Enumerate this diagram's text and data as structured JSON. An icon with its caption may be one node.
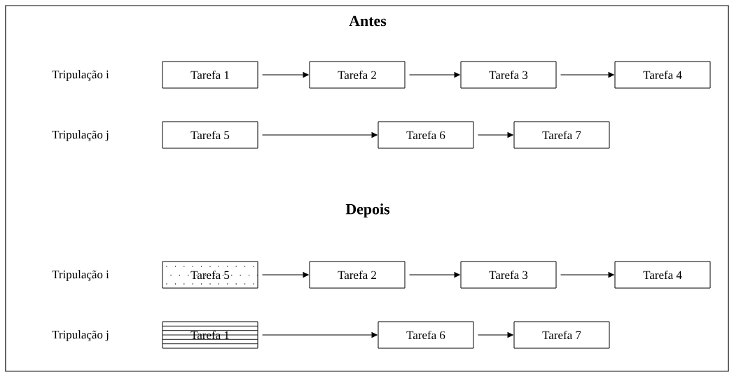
{
  "diagram": {
    "nodes": [
      {
        "text": [
          "Tarefa 1"
        ]
      },
      {
        "text": [
          "Tarefa 2"
        ]
      },
      {
        "text": [
          "Tarefa 3"
        ]
      },
      {
        "text": [
          "Tarefa 4"
        ]
      },
      {
        "text": [
          "Tarefa 5"
        ]
      },
      {
        "text": [
          "Tarefa 6"
        ]
      },
      {
        "text": [
          "Tarefa 7"
        ]
      },
      {
        "text": [
          "Tarefa 5"
        ]
      },
      {
        "text": [
          "Tarefa 2"
        ]
      },
      {
        "text": [
          "Tarefa 3"
        ]
      },
      {
        "text": [
          "Tarefa 4"
        ]
      },
      {
        "text": [
          "Tarefa 1"
        ]
      },
      {
        "text": [
          "Tarefa 6"
        ]
      },
      {
        "text": [
          "Tarefa 7"
        ]
      }
    ],
    "edges": [
      {
        "from": 0,
        "to": 1,
        "arrow": "to"
      },
      {
        "from": 1,
        "to": 2,
        "arrow": "to"
      },
      {
        "from": 2,
        "to": 3,
        "arrow": "to"
      },
      {
        "from": 4,
        "to": 5,
        "arrow": "to"
      },
      {
        "from": 5,
        "to": 6,
        "arrow": "to"
      },
      {
        "from": 7,
        "to": 8,
        "arrow": "to"
      },
      {
        "from": 8,
        "to": 9,
        "arrow": "to"
      },
      {
        "from": 9,
        "to": 10,
        "arrow": "to"
      },
      {
        "from": 11,
        "to": 12,
        "arrow": "to"
      },
      {
        "from": 12,
        "to": 13,
        "arrow": "to"
      }
    ],
    "labels": [
      "Antes",
      "Tripulação i",
      "Tripulação j",
      "Depois",
      "Tripulação i",
      "Tripulação j"
    ]
  }
}
